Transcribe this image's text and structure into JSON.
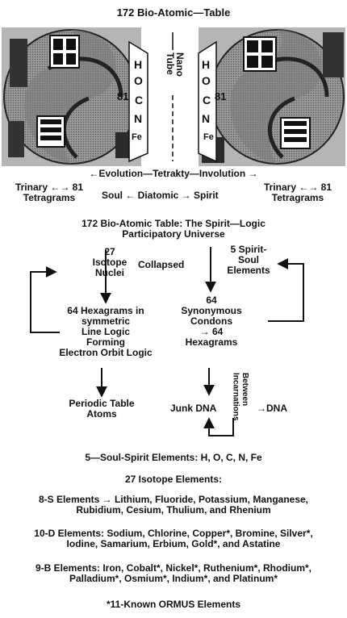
{
  "title": "172 Bio-Atomic—Table",
  "emblem": {
    "elements": [
      "H",
      "O",
      "C",
      "N",
      "Fe"
    ],
    "number": "81",
    "center_label": "Nano Tube",
    "shapes": [
      "yin-yang-emblem-left",
      "yin-yang-emblem-right"
    ]
  },
  "evolution_line": "←Evolution—Tetrakty—Involution →",
  "trinary_left": "Trinary ←→ 81\nTetragrams",
  "trinary_right": "Trinary ←→ 81\nTetragrams",
  "soul_line": "Soul ← Diatomic → Spirit",
  "table_title": "172 Bio-Atomic Table: The Spirit—Logic\nParticipatory Universe",
  "flow": {
    "isotope": "27\nIsotope\nNuclei",
    "collapsed": "Collapsed",
    "spirit_soul": "5 Spirit-\nSoul\nElements",
    "hexagrams": "64 Hexagrams in\nsymmetric\nLine Logic\nForming\nElectron Orbit Logic",
    "condons": "64\nSynonymous\nCondons\n→ 64\nHexagrams",
    "periodic": "Periodic Table\nAtoms",
    "junk": "Junk DNA",
    "between": "Between\nIncarnations",
    "dna": "→DNA"
  },
  "lists": {
    "soul_spirit": "5—Soul-Spirit Elements: H, O, C, N, Fe",
    "isotope_heading": "27 Isotope Elements:",
    "s_elements": "8-S Elements → Lithium, Fluoride, Potassium, Manganese,\nRubidium, Cesium, Thulium, and Rhenium",
    "d_elements": "10-D Elements: Sodium, Chlorine, Copper*, Bromine, Silver*,\nIodine, Samarium, Erbium, Gold*, and Astatine",
    "b_elements": "9-B Elements: Iron, Cobalt*, Nickel*, Ruthenium*, Rhodium*,\nPalladium*, Osmium*, Indium*, and Platinum*",
    "ormus": "*11-Known ORMUS Elements"
  }
}
